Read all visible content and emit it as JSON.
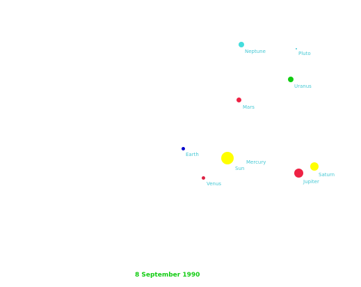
{
  "date": "8 September 1990",
  "colors": {
    "label": "#44c8d4",
    "date": "#11cc11"
  },
  "bodies": [
    {
      "key": "sun",
      "label": "Sun",
      "color": "#ffff00"
    },
    {
      "key": "mercury",
      "label": "Mercury",
      "color": "#ffff00"
    },
    {
      "key": "venus",
      "label": "Venus",
      "color": "#dd2244"
    },
    {
      "key": "earth",
      "label": "Earth",
      "color": "#0000cc"
    },
    {
      "key": "mars",
      "label": "Mars",
      "color": "#ee2244"
    },
    {
      "key": "jupiter",
      "label": "Jupiter",
      "color": "#ee2244"
    },
    {
      "key": "saturn",
      "label": "Saturn",
      "color": "#ffff00"
    },
    {
      "key": "uranus",
      "label": "Uranus",
      "color": "#11cc11"
    },
    {
      "key": "neptune",
      "label": "Neptune",
      "color": "#44dddd"
    },
    {
      "key": "pluto",
      "label": "Pluto",
      "color": "#44c8d4"
    }
  ]
}
